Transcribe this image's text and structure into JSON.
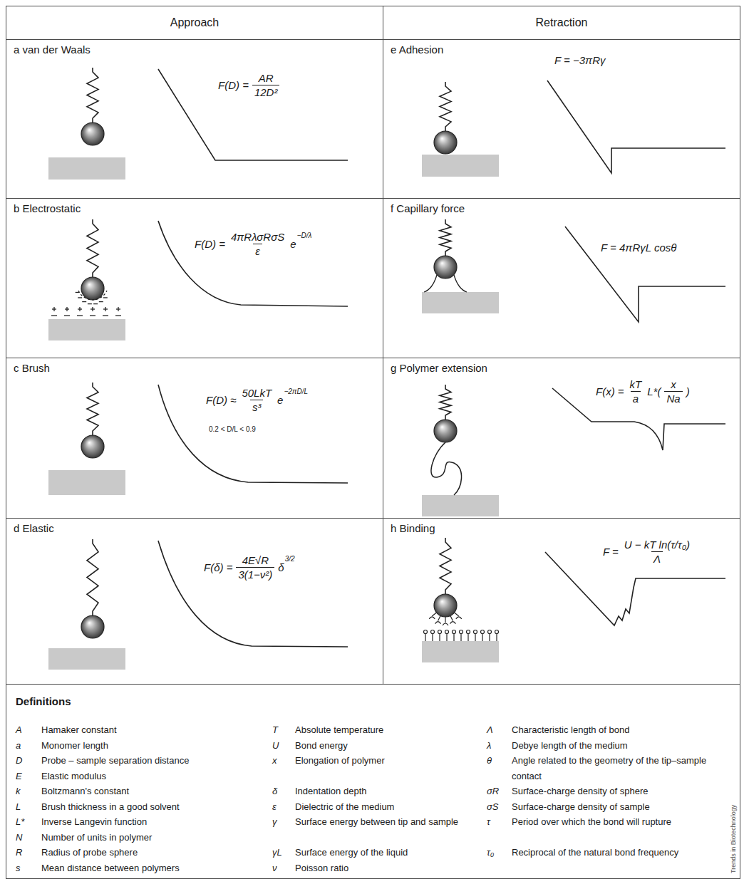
{
  "diagram": {
    "nodes": [
      {
        "text": [
          "Approach"
        ]
      },
      {
        "text": [
          "Retraction"
        ]
      },
      {
        "text": [
          "a van der Waals",
          "F(D) =",
          "AR",
          "12D²"
        ]
      },
      {
        "text": [
          "b Electrostatic",
          "F(D) =",
          "4πRλσRσS",
          "ε",
          "e",
          "−D/λ"
        ]
      },
      {
        "text": [
          "c Brush",
          "F(D) ≈",
          "50LkT",
          "s³",
          "e",
          "−2πD/L",
          "0.2 < D/L < 0.9"
        ]
      },
      {
        "text": [
          "d Elastic",
          "F(δ) =",
          "4E√R",
          "3(1−ν²)",
          "δ",
          "3/2"
        ]
      },
      {
        "text": [
          "e Adhesion",
          "F = −3πRγ"
        ]
      },
      {
        "text": [
          "f Capillary force",
          "F = 4πRγL cosθ"
        ]
      },
      {
        "text": [
          "g Polymer extension",
          "F(x) =",
          "kT",
          "a",
          "L*(",
          "x",
          "Na",
          ")"
        ]
      },
      {
        "text": [
          "h Binding",
          "F =",
          "U − kT ln(τ/τ₀)",
          "Λ"
        ]
      },
      {
        "text": [
          "Definitions"
        ]
      }
    ],
    "labels": [
      "A",
      "Hamaker constant",
      "a",
      "Monomer length",
      "D",
      "Probe – sample separation distance",
      "E",
      "Elastic modulus",
      "k",
      "Boltzmann's constant",
      "L",
      "Brush thickness in a good solvent",
      "L*",
      "Inverse Langevin function",
      "N",
      "Number of units in polymer",
      "R",
      "Radius of probe sphere",
      "s",
      "Mean distance between polymers",
      "T",
      "Absolute temperature",
      "U",
      "Bond energy",
      "x",
      "Elongation of polymer",
      "δ",
      "Indentation depth",
      "ε",
      "Dielectric of the medium",
      "γ",
      "Surface energy between tip and sample",
      "γL",
      "Surface energy of the liquid",
      "ν",
      "Poisson ratio",
      "Λ",
      "Characteristic length of bond",
      "λ",
      "Debye length of the medium",
      "θ",
      "Angle related to the geometry of the tip–sample contact",
      "σR",
      "Surface-charge density of sphere",
      "σS",
      "Surface-charge density of sample",
      "τ",
      "Period over which the bond will rupture",
      "τ₀",
      "Reciprocal of the natural bond frequency",
      "Trends in Biotechnology"
    ]
  }
}
